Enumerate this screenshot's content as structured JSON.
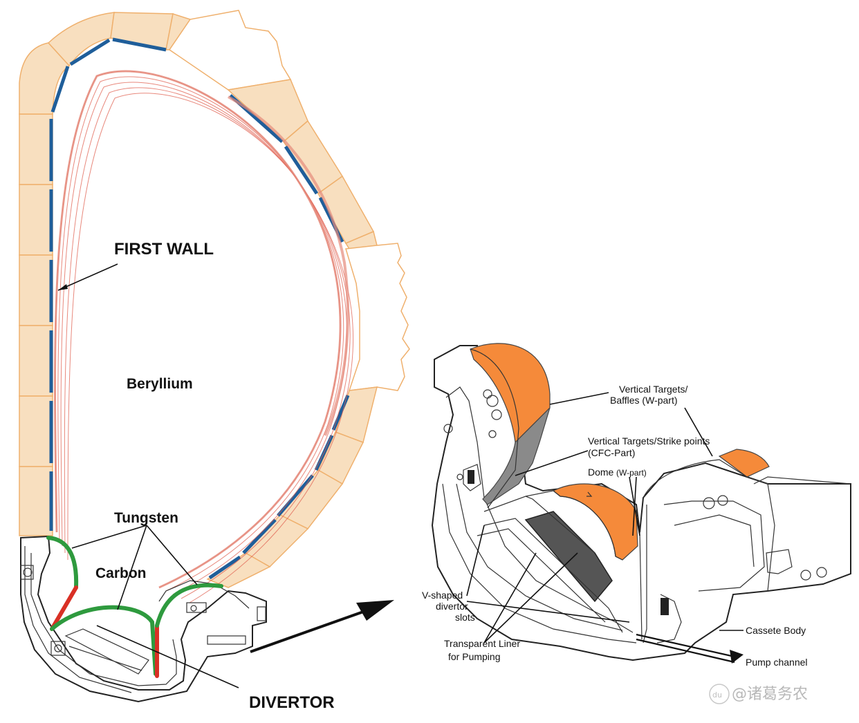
{
  "labels": {
    "first_wall": "FIRST WALL",
    "beryllium": "Beryllium",
    "tungsten": "Tungsten",
    "carbon": "Carbon",
    "divertor": "DIVERTOR",
    "vt_baffles_line1": "Vertical Targets/",
    "vt_baffles_line2": "Baffles (W-part)",
    "vt_strike_line1": "Vertical Targets/Strike points",
    "vt_strike_line2": "(CFC-Part)",
    "dome": "Dome",
    "dome_sub": "(W-part)",
    "vslot_line1": "V-shaped",
    "vslot_line2": "divertor",
    "vslot_line3": "slots",
    "liner_line1": "Transparent Liner",
    "liner_line2": "for Pumping",
    "cassette_body": "Cassete Body",
    "pump_channel": "Pump channel"
  },
  "watermark": "@诸葛务农",
  "colors": {
    "wall_tile": "#f8dfbf",
    "wall_tile_edge": "#efb06d",
    "beryllium_lining": "#1f5e9a",
    "tungsten": "#2e9a3e",
    "carbon": "#d93025",
    "field_lines": "#e06050",
    "target_w_part": "#f58a3a",
    "target_cfc_part": "#8a8a8a"
  }
}
